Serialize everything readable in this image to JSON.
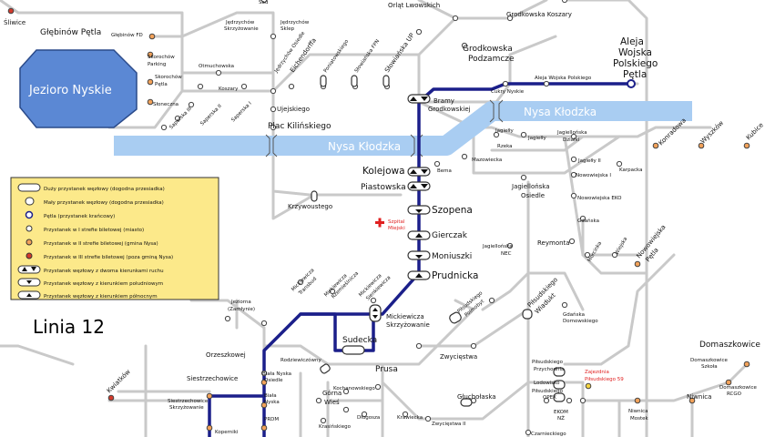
{
  "map": {
    "title": "Linia 12",
    "lake": "Jezioro Nyskie",
    "rivers": [
      "Nysa Kłodzka",
      "Nysa Kłodzka"
    ],
    "hospital": [
      "Szpital",
      "Miejski"
    ],
    "colors": {
      "route": "#1b1f8a",
      "street": "#c9c9c9",
      "river": "#a9cdf2",
      "lake": "#5b88d4",
      "legend": "#fce98a",
      "zone1": "#ffffff",
      "zone2": "#f2a25a",
      "zone3": "#d33a2c",
      "hospital": "#e02020"
    },
    "legend": [
      "Duży przystanek węzłowy (dogodna przesiadka)",
      "Mały przystanek węzłowy (dogodna przesiadka)",
      "Pętla (przystanek krańcowy)",
      "Przystanek w I strefie biletowej (miasto)",
      "Przystanek w II strefie biletowej (gmina Nysa)",
      "Przystanek w III strefie biletowej (poza gminą Nysa)",
      "Przystanek węzłowy z dwoma kierunkami ruchu",
      "Przystanek węzłowy z kierunkiem południowym",
      "Przystanek węzłowy z kierunkiem północnym"
    ],
    "route_stops": [
      "Aleja Wojska Polskiego Pętla",
      "Aleja Wojska Polskiego",
      "Cukry Nyskie",
      "Bramy Grodkowskiej",
      "Kolejowa",
      "Piastowska",
      "Szopena",
      "Gierczak",
      "Moniuszki",
      "Prudnicka",
      "Mickiewicza Skrzyżowanie",
      "Sudecka",
      "Orzeszkowej",
      "Siestrzechowice"
    ],
    "labels": {
      "terminus_l1": "Aleja",
      "terminus_l2": "Wojska",
      "terminus_l3": "Polskiego",
      "terminus_l4": "Pętla",
      "aleja_wp": "Aleja Wojska Polskiego",
      "cukry": "Cukry Nyskie",
      "bramy1": "Bramy",
      "bramy2": "Grodkowskiej",
      "kolejowa": "Kolejowa",
      "piastowska": "Piastowska",
      "szopena": "Szopena",
      "gierczak": "Gierczak",
      "moniuszki": "Moniuszki",
      "prudnicka": "Prudnicka",
      "mick_skrz1": "Mickiewicza",
      "mick_skrz2": "Skrzyżowanie",
      "sudecka": "Sudecka",
      "orzeszkowej": "Orzeszkowej",
      "siestrzechowice": "Siestrzechowice",
      "siestr_skrz1": "Siestrzechowice",
      "siestr_skrz2": "Skrzyżowanie",
      "koperniki": "Koperniki",
      "biala": "Biała",
      "nyska": "Nyska",
      "biala_osiedle1": "Biała Nyska",
      "biala_osiedle2": "Osiedle",
      "prdm": "PRDM",
      "kwiatkow": "Kwiatków",
      "jeziorna1": "Jeziorna",
      "jeziorna2": "(Zamłynie)",
      "mick_trans1": "Mickiewicza",
      "mick_trans2": "Transbud",
      "mick_rzem1": "Mickiewicza",
      "mick_rzem2": "Rzemieślnicza",
      "mick_sien1": "Mickiewicza",
      "mick_sien2": "Sienkiewicza",
      "rodziewicz": "Rodziewiczówny",
      "prusa": "Prusa",
      "gorna_wies1": "Górna",
      "gorna_wies2": "Wieś",
      "kochanowskiego": "Kochanowskiego",
      "dlugosza": "Długosza",
      "krawiecka": "Krawiecka",
      "krasinskiego": "Krasińskiego",
      "zwyciestwa2": "Zwycięstwa II",
      "zwyciestwa": "Zwycięstwa",
      "glucholaska": "Głuchołaska",
      "pilsudskiego_przych1": "Piłsudskiego",
      "pilsudskiego_przych2": "Przychodnia",
      "lodowisko": "Lodowisko",
      "pilsudskiego_opex1": "Piłsudskiego",
      "pilsudskiego_opex2": "OPEX",
      "zajezdnia1": "Zajezdnia",
      "zajezdnia2": "Piłsudskiego 59",
      "ekom1": "EKOM",
      "ekom2": "NŻ",
      "czarnieckiego": "Czarnieckiego",
      "niwnica_most1": "Niwnica",
      "niwnica_most2": "Mostek",
      "niwnica": "Niwnica",
      "domaszkowice": "Domaszkowice",
      "dom_szkola1": "Domaszkowice",
      "dom_szkola2": "Szkoła",
      "dom_rcgo1": "Domaszkowice",
      "dom_rcgo2": "RCGO",
      "pilsudskiego_wiadukt1": "Piłsudskiego",
      "pilsudskiego_wiadukt2": "Wiadukt",
      "pilsudskiego_polm1": "Piłsudskiego",
      "pilsudskiego_polm2": "Polmobyt",
      "jagiell_nec1": "Jagiellońska",
      "jagiell_nec2": "NEC",
      "gdanska_dom1": "Gdańska",
      "gdanska_dom2": "Domowskiego",
      "reymonta": "Reymonta",
      "gdanska": "Gdańska",
      "nowowiejska_eko": "Nowowiejska EKO",
      "nowowiejska1": "Nowowiejska I",
      "jagiell_osiedle1": "Jagiellońska",
      "jagiell_osiedle2": "Osiedle",
      "jagiellonska2": "Jagiełły II",
      "jagiellonska_dzialki1": "Jagiellońska",
      "jagiellonska_dzialki2": "Działki",
      "jagielly_rzeka1": "Jagiełły",
      "jagielly_rzeka2": "Rzeka",
      "jagielly": "Jagiełły",
      "mazowiecka": "Mazowiecka",
      "bema": "Bema",
      "karpacka": "Karpacka",
      "morcinka": "Morcinka",
      "nowowiejska_petla1": "Nowowiejska",
      "nowowiejska_petla2": "Pętla",
      "wiejska": "Wiejska",
      "konradowa": "Konradowa",
      "wyszkow": "Wyszków",
      "kubice": "Kubice",
      "grodkowska_podz1": "Grodkowska",
      "grodkowska_podz2": "Podzamcze",
      "grodkowska_koszary": "Grodkowska Koszary",
      "orlat": "Orląt Lwowskich",
      "sad": "Sad",
      "slicice": "Śliwice",
      "glebinow_petla": "Głębinów Pętla",
      "glebinow_fd": "Głębinów FD",
      "skorochow_parking1": "Skorochów",
      "skorochow_parking2": "Parking",
      "skorochow_petla1": "Skorochów",
      "skorochow_petla2": "Pętla",
      "sloneczna": "Słoneczna",
      "otmuchowska": "Otmuchowska",
      "koszary": "Koszary",
      "jedrz_skrz1": "Jędrzychów",
      "jedrz_skrz2": "Skrzyżowanie",
      "jedrz_sklep1": "Jędrzychów",
      "jedrz_sklep2": "Sklep",
      "eichendorffa": "Eichendorffa",
      "poniatowskiego": "Poniatowskiego",
      "slowianska_fpn": "Słowiańska FPN",
      "slowianska_up": "Słowiańska UP",
      "ujejskiego": "Ujejskiego",
      "plac_kilinskiego": "Plac Kilińskiego",
      "krzywoustego": "Krzywoustego",
      "saperska1": "Saperska I",
      "saperska2": "Saperska II",
      "saperska3": "Saperska III",
      "jedrzychow_osiedle": "Jędrzychów Osiedle"
    }
  }
}
